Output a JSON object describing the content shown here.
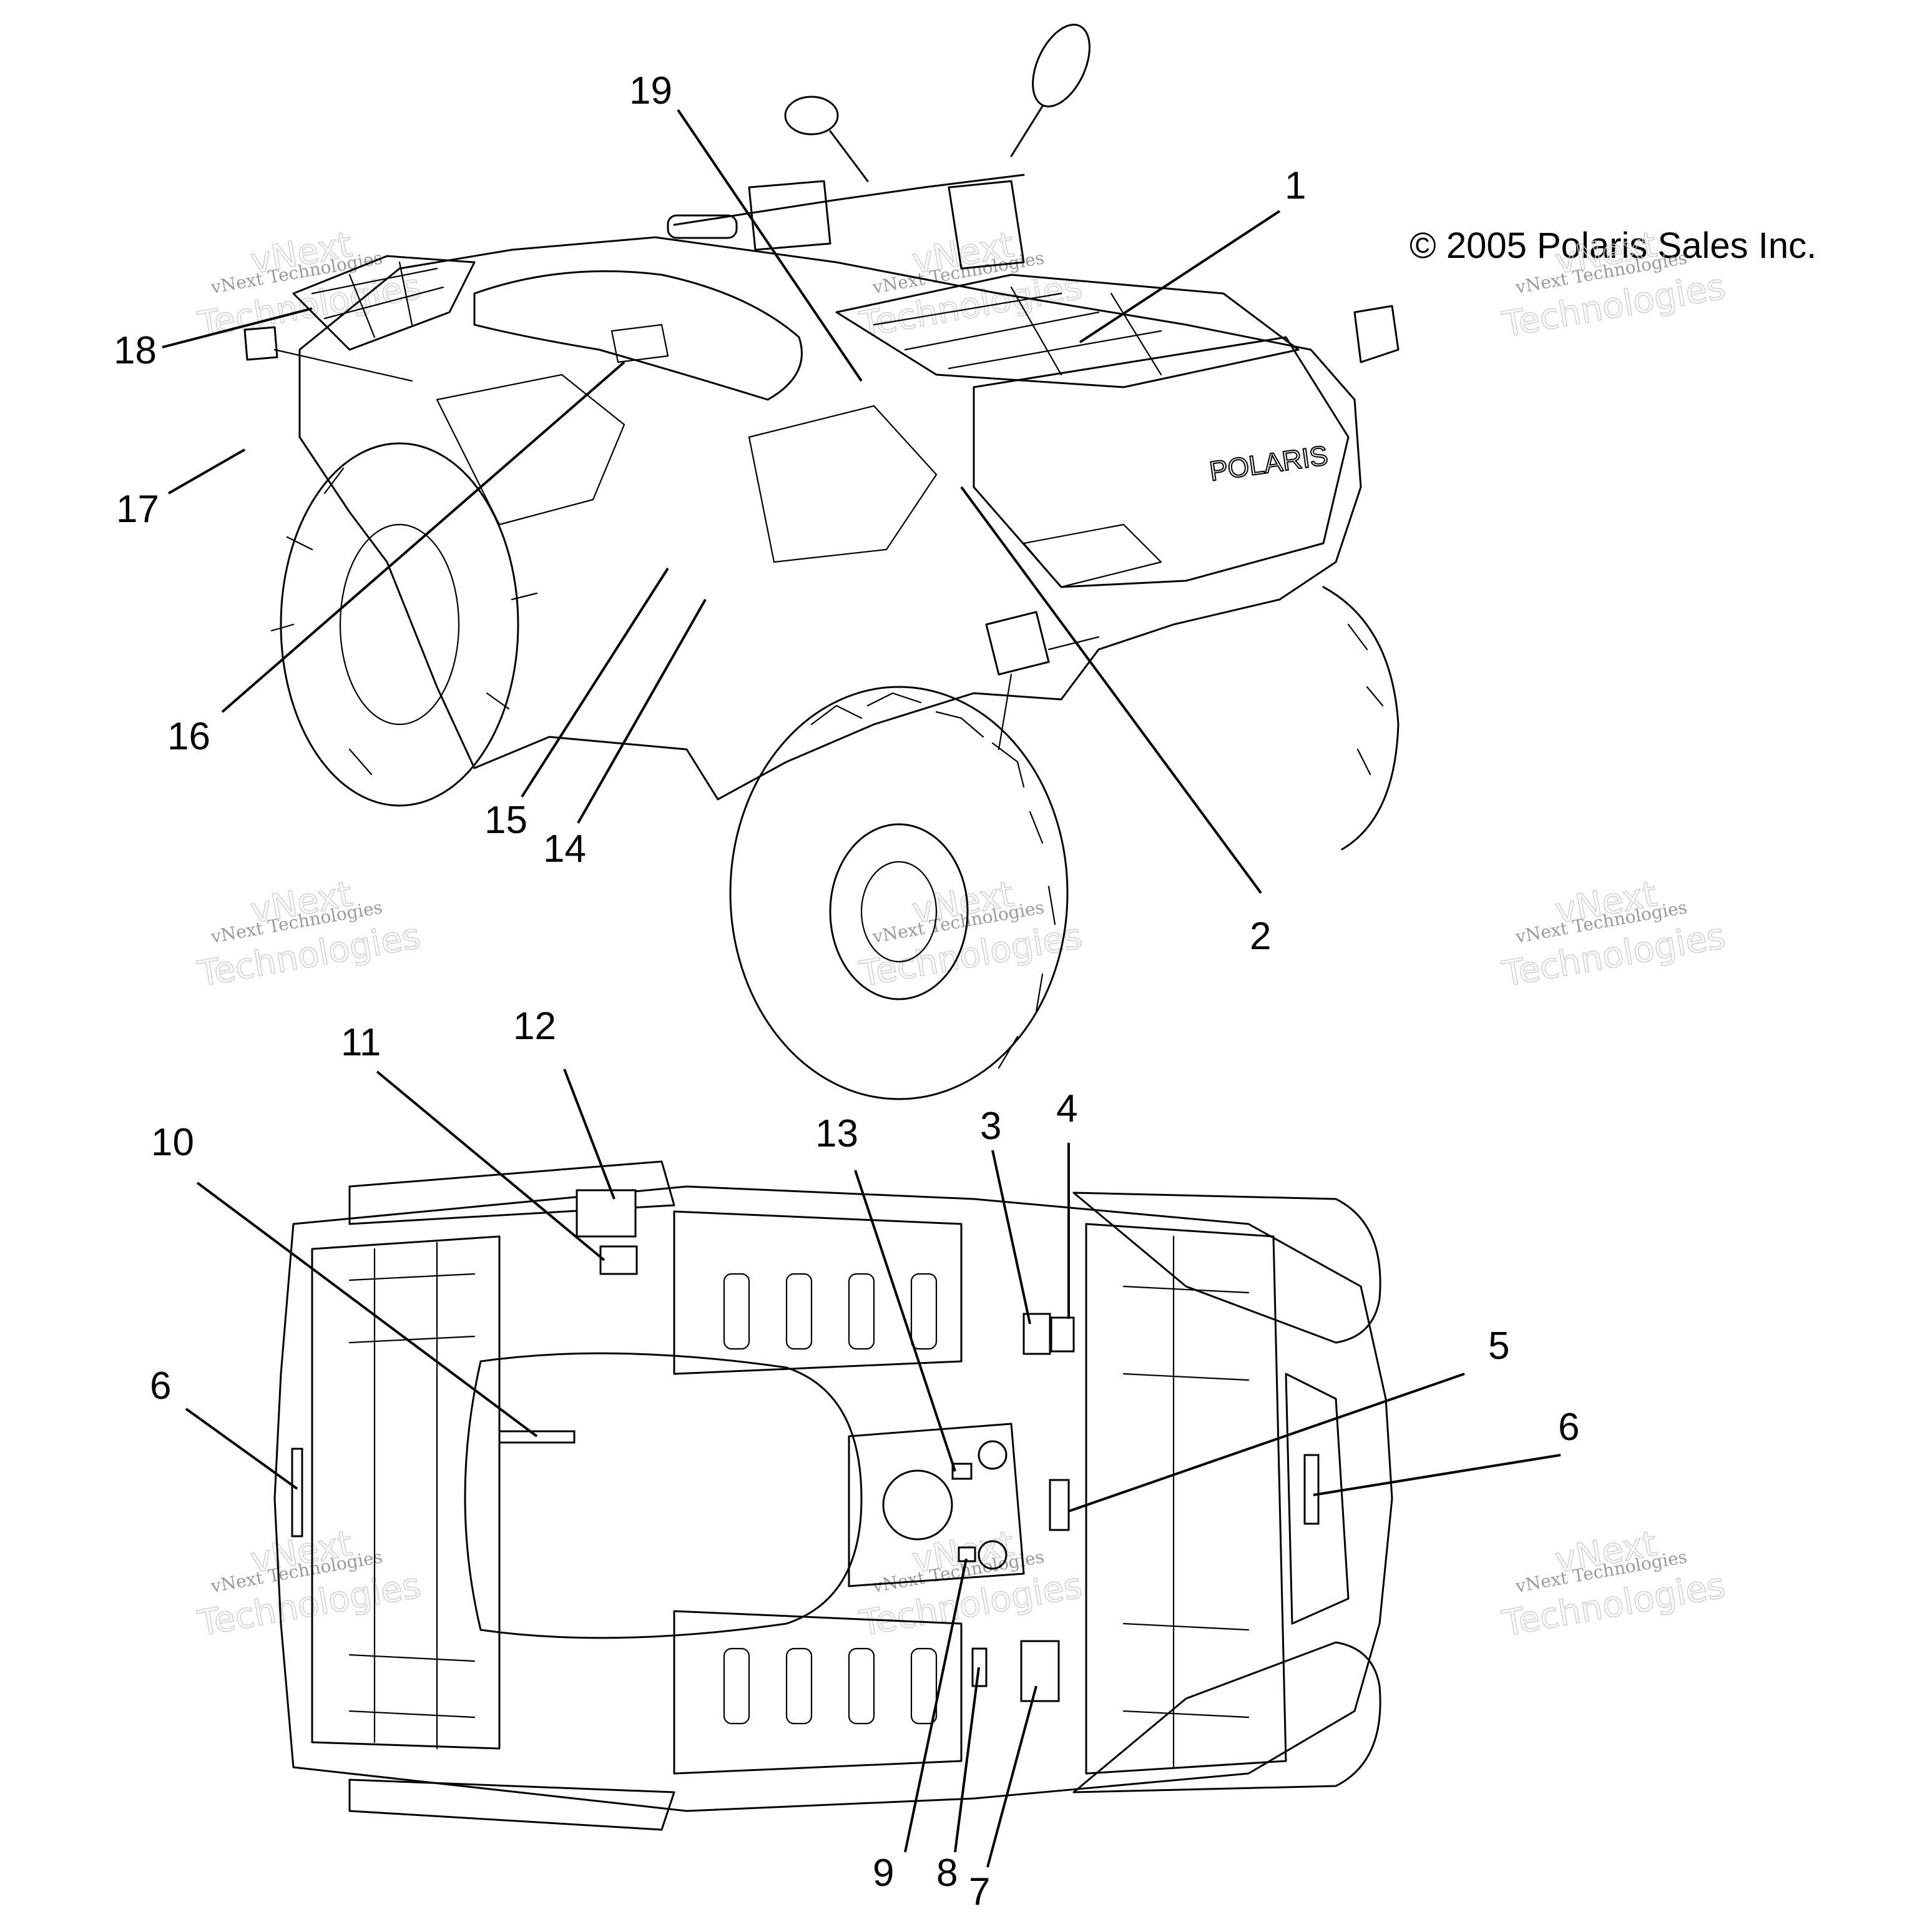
{
  "copyright": "© 2005 Polaris Sales Inc.",
  "watermark": {
    "line1": "vNext Technologies",
    "line2": "Technologies",
    "overlay": "vNext"
  },
  "vehicle_lettering": {
    "fender_logo": "POLARIS"
  },
  "callouts": {
    "c1": "1",
    "c2": "2",
    "c3": "3",
    "c4": "4",
    "c5": "5",
    "c6a": "6",
    "c6b": "6",
    "c7": "7",
    "c8": "8",
    "c9": "9",
    "c10": "10",
    "c11": "11",
    "c12": "12",
    "c13": "13",
    "c14": "14",
    "c15": "15",
    "c16": "16",
    "c17": "17",
    "c18": "18",
    "c19": "19"
  }
}
